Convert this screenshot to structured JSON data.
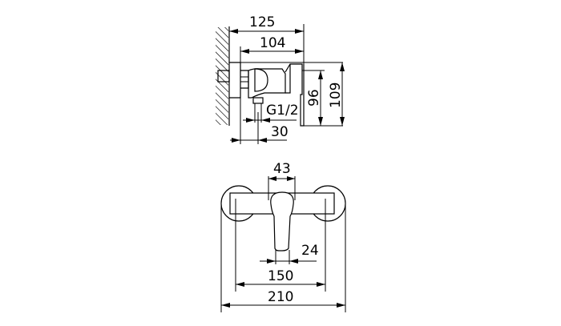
{
  "drawing": {
    "subject": "Wall-mounted shower mixer",
    "background_color": "#ffffff",
    "line_color": "#000000",
    "side_view": {
      "dimensions": {
        "overall_depth": "125",
        "body_depth": "104",
        "outlet_offset": "30",
        "thread": "G1/2",
        "body_height": "96",
        "overall_height": "109"
      }
    },
    "front_view": {
      "dimensions": {
        "handle_width": "43",
        "handle_tip_width": "24",
        "center_distance": "150",
        "overall_width": "210"
      }
    }
  }
}
